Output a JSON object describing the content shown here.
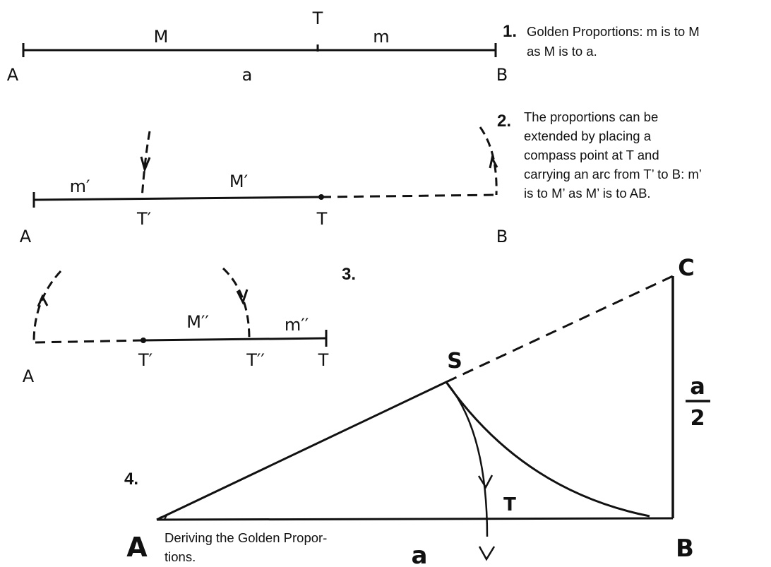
{
  "colors": {
    "ink": "#111111",
    "background": "#ffffff"
  },
  "figure1": {
    "number": "1.",
    "caption_line1": "Golden Proportions: m is to M",
    "caption_line2": "as M is to a.",
    "label_A": "A",
    "label_B": "B",
    "label_T": "T",
    "label_M": "M",
    "label_m": "m",
    "label_a": "a"
  },
  "figure2": {
    "number": "2.",
    "caption_lines": [
      "The proportions can be",
      "extended by placing a",
      "compass point at T and",
      "carrying an arc from T’ to B: m’",
      "is to M’ as M’ is to AB."
    ],
    "label_A": "A",
    "label_B": "B",
    "label_T": "T",
    "label_T_prime": "T′",
    "label_m_prime": "m′",
    "label_M_prime": "M′"
  },
  "figure3": {
    "number": "3.",
    "label_A": "A",
    "label_T_prime": "T′",
    "label_T_double_prime": "T′′",
    "label_T": "T",
    "label_M_double_prime": "M′′",
    "label_m_double_prime": "m′′"
  },
  "figure4": {
    "number": "4.",
    "label_A": "A",
    "label_B": "B",
    "label_C": "C",
    "label_S": "S",
    "label_T": "T",
    "label_a": "a",
    "label_half_numerator": "a",
    "label_half_denominator": "2",
    "caption_line1": "Deriving the Golden Propor-",
    "caption_line2": "tions."
  }
}
